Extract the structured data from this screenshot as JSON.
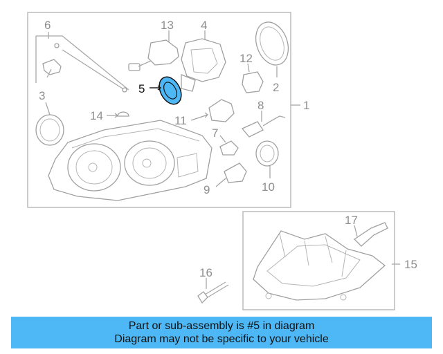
{
  "callouts": {
    "c1": "1",
    "c2": "2",
    "c3": "3",
    "c4": "4",
    "c5": "5",
    "c6": "6",
    "c7": "7",
    "c8": "8",
    "c9": "9",
    "c10": "10",
    "c11": "11",
    "c12": "12",
    "c13": "13",
    "c14": "14",
    "c15": "15",
    "c16": "16",
    "c17": "17"
  },
  "highlight": {
    "part": "5",
    "color": "#4db8f5"
  },
  "banner": {
    "color": "#4db8f5",
    "line1": "Part or sub-assembly is #5 in diagram",
    "line2": "Diagram may not be specific to your vehicle"
  }
}
